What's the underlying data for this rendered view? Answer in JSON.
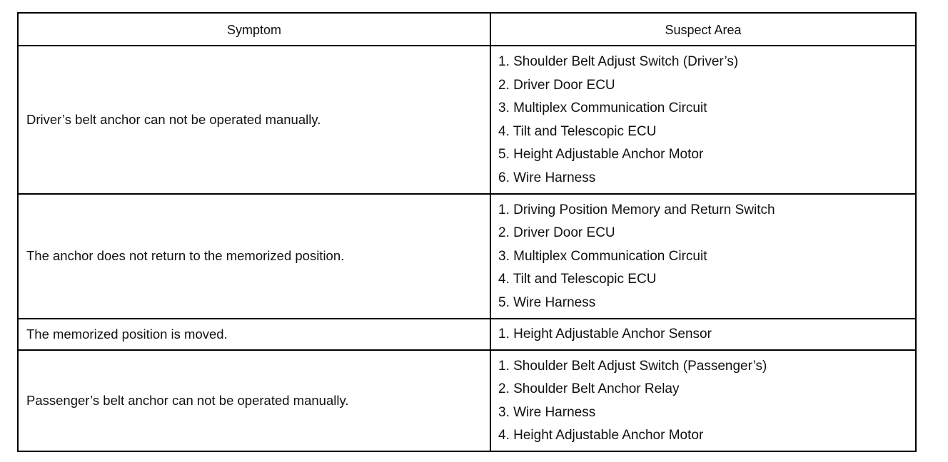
{
  "table": {
    "headers": {
      "symptom": "Symptom",
      "suspect": "Suspect Area"
    },
    "rows": [
      {
        "symptom": "Driver’s belt anchor can not be operated manually.",
        "suspects": [
          "1. Shoulder Belt Adjust Switch (Driver’s)",
          "2. Driver Door ECU",
          "3. Multiplex Communication Circuit",
          "4. Tilt and Telescopic ECU",
          "5. Height Adjustable Anchor Motor",
          "6. Wire Harness"
        ]
      },
      {
        "symptom": "The anchor does not return to the memorized position.",
        "suspects": [
          "1. Driving Position Memory and Return Switch",
          "2. Driver Door ECU",
          "3. Multiplex Communication Circuit",
          "4. Tilt and Telescopic ECU",
          "5. Wire Harness"
        ]
      },
      {
        "symptom": "The memorized position is moved.",
        "suspects": [
          "1. Height Adjustable Anchor Sensor"
        ]
      },
      {
        "symptom": "Passenger’s belt anchor can not be operated manually.",
        "suspects": [
          "1. Shoulder Belt Adjust Switch (Passenger’s)",
          "2. Shoulder Belt Anchor Relay",
          "3. Wire Harness",
          "4. Height Adjustable Anchor Motor"
        ]
      }
    ]
  }
}
